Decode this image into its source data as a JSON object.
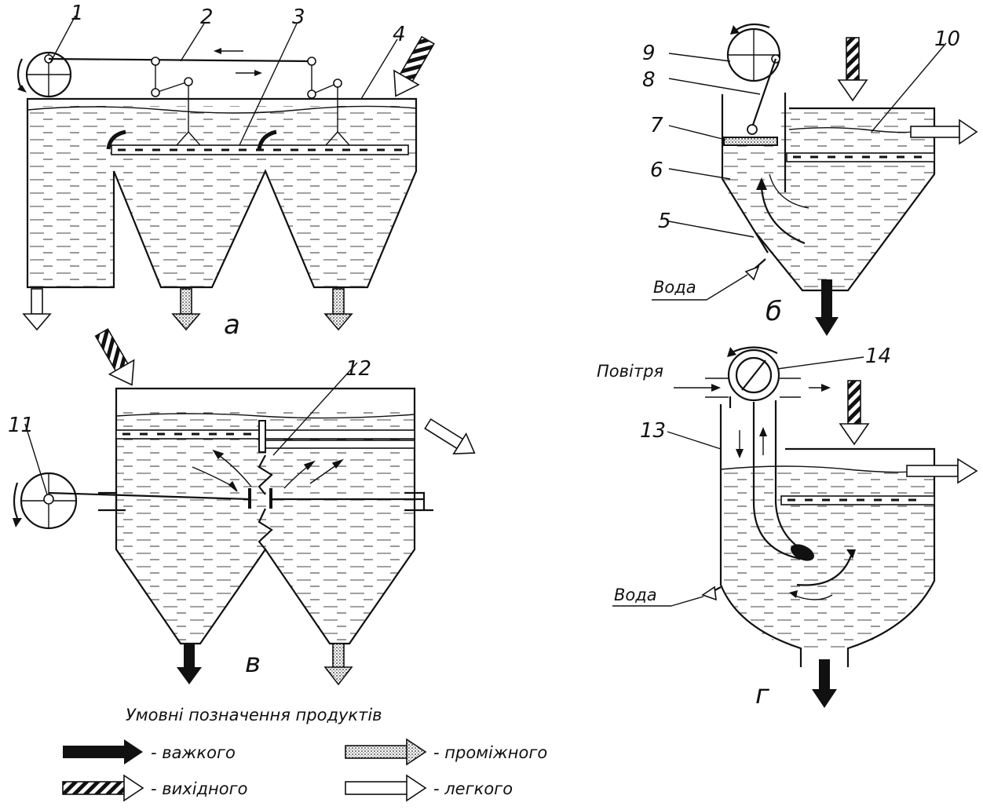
{
  "labels": {
    "n1": "1",
    "n2": "2",
    "n3": "3",
    "n4": "4",
    "n5": "5",
    "n6": "6",
    "n7": "7",
    "n8": "8",
    "n9": "9",
    "n10": "10",
    "n11": "11",
    "n12": "12",
    "n13": "13",
    "n14": "14"
  },
  "captions": {
    "a": "а",
    "b": "б",
    "v": "в",
    "g": "г"
  },
  "text": {
    "water_b": "Вода",
    "water_g": "Вода",
    "air": "Повітря"
  },
  "legend": {
    "title": "Умовні позначення продуктів",
    "heavy": "- важкого",
    "intermediate": "- проміжного",
    "feed": "- вихідного",
    "light": "- легкого"
  }
}
